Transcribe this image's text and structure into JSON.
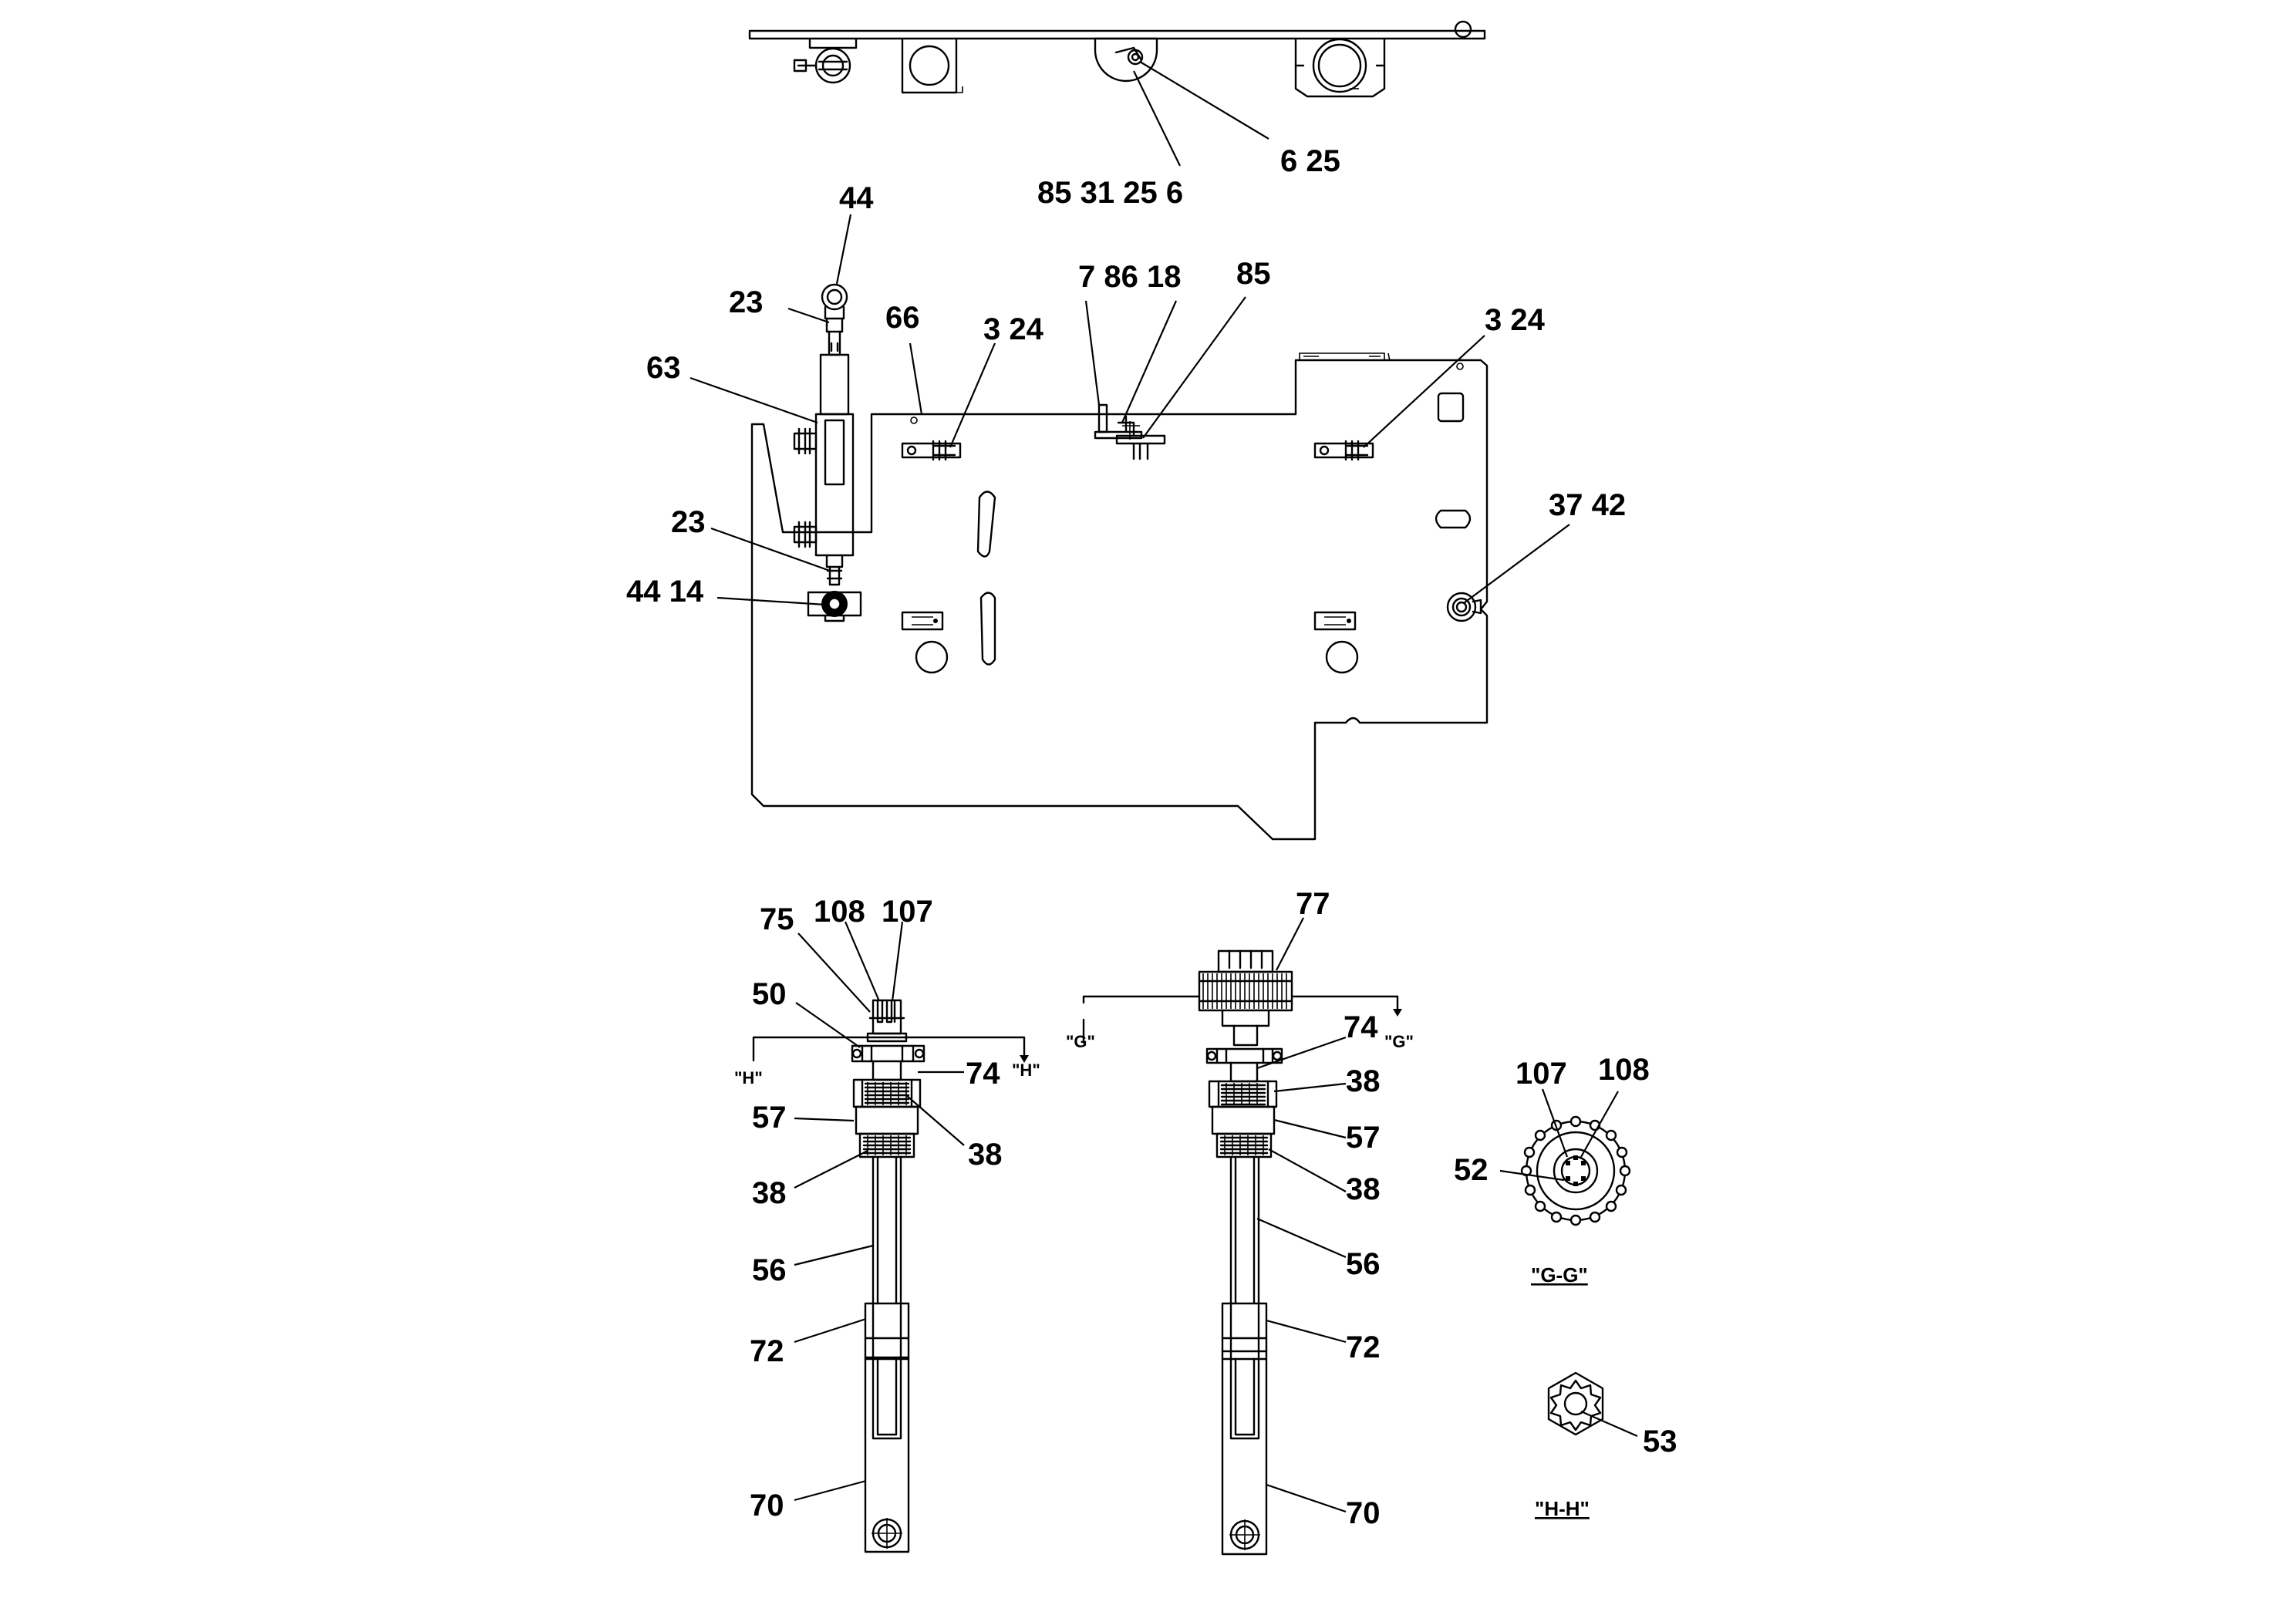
{
  "callouts": {
    "top_6_25": "6  25",
    "top_85_31_25_6": "85  31  25  6",
    "c44_top": "44",
    "c23_top": "23",
    "c63": "63",
    "c66": "66",
    "c3_24_left": "3  24",
    "c7_86_18": "7  86  18",
    "c85": "85",
    "c3_24_right": "3  24",
    "c37_42": "37 42",
    "c23_bottom": "23",
    "c44_14": "44 14",
    "c75": "75",
    "c108_left": "108",
    "c107_left": "107",
    "c50": "50",
    "c74_left": "74",
    "c57_left": "57",
    "c38_left_upper": "38",
    "c38_left_lower": "38",
    "c56_left": "56",
    "c72_left": "72",
    "c70_left": "70",
    "c77": "77",
    "c74_right": "74",
    "c38_right_upper": "38",
    "c57_right": "57",
    "c38_right_lower": "38",
    "c56_right": "56",
    "c72_right": "72",
    "c70_right": "70",
    "c107_gg": "107",
    "c108_gg": "108",
    "c52": "52",
    "c53": "53"
  },
  "section_markers": {
    "h_left": "\"H\"",
    "h_right": "\"H\"",
    "g_left": "\"G\"",
    "g_right": "\"G\""
  },
  "view_labels": {
    "gg": "\"G-G\"",
    "hh": "\"H-H\""
  }
}
